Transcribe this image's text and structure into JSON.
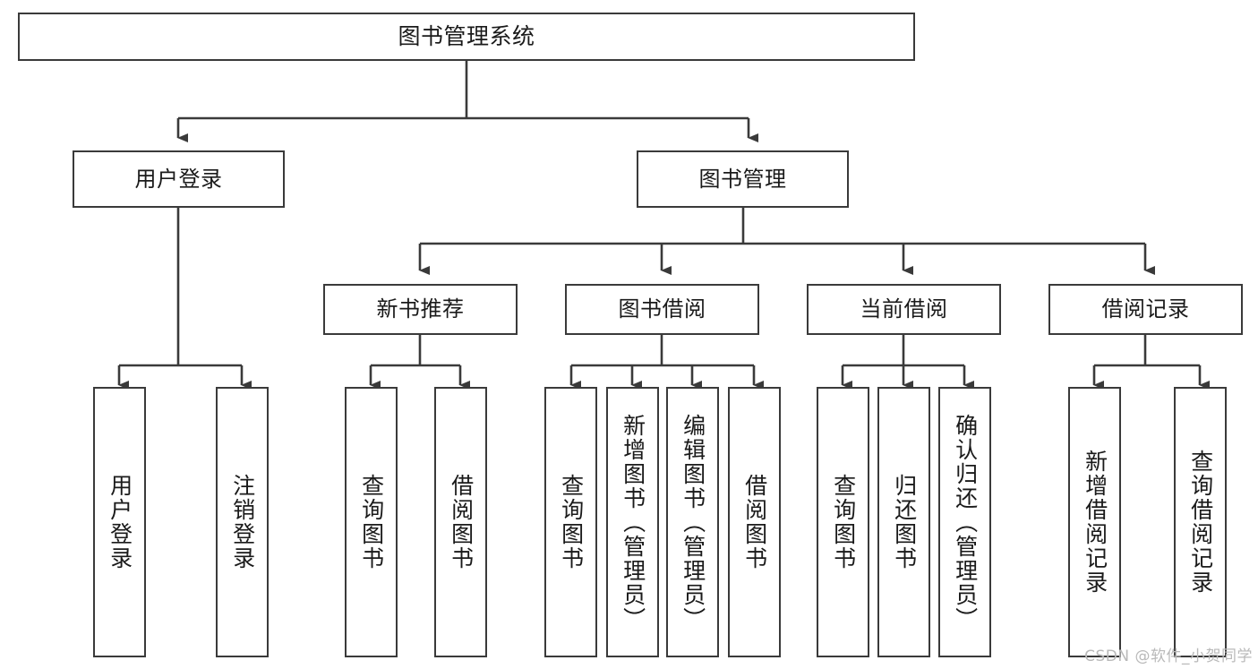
{
  "diagram": {
    "title": "图书管理系统",
    "type": "tree-hierarchy-diagram",
    "background_color": "#ffffff",
    "box_border_color": "#3a3a3a",
    "text_color": "#1a1a1a",
    "connector_color": "#3a3a3a"
  },
  "nodes": {
    "root": {
      "label": "图书管理系统"
    },
    "level1": [
      {
        "id": "user-login",
        "label": "用户登录"
      },
      {
        "id": "book-manage",
        "label": "图书管理"
      }
    ],
    "level2": [
      {
        "id": "new-book-recommend",
        "label": "新书推荐"
      },
      {
        "id": "book-borrow",
        "label": "图书借阅"
      },
      {
        "id": "current-borrow",
        "label": "当前借阅"
      },
      {
        "id": "borrow-record",
        "label": "借阅记录"
      }
    ],
    "leaves": {
      "user_login": [
        {
          "id": "leaf-user-login",
          "label": "用户登录"
        },
        {
          "id": "leaf-logout",
          "label": "注销登录"
        }
      ],
      "new_book_recommend": [
        {
          "id": "leaf-query-book-1",
          "label": "查询图书"
        },
        {
          "id": "leaf-borrow-book-1",
          "label": "借阅图书"
        }
      ],
      "book_borrow": [
        {
          "id": "leaf-query-book-2",
          "label": "查询图书"
        },
        {
          "id": "leaf-add-book",
          "label": "新增图书（管理员）"
        },
        {
          "id": "leaf-edit-book",
          "label": "编辑图书（管理员）"
        },
        {
          "id": "leaf-borrow-book-2",
          "label": "借阅图书"
        }
      ],
      "current_borrow": [
        {
          "id": "leaf-query-book-3",
          "label": "查询图书"
        },
        {
          "id": "leaf-return-book",
          "label": "归还图书"
        },
        {
          "id": "leaf-confirm-return",
          "label": "确认归还（管理员）"
        }
      ],
      "borrow_record": [
        {
          "id": "leaf-add-record",
          "label": "新增借阅记录"
        },
        {
          "id": "leaf-query-record",
          "label": "查询借阅记录"
        }
      ]
    }
  },
  "watermark": {
    "text": "CSDN @软件_小贺同学"
  }
}
